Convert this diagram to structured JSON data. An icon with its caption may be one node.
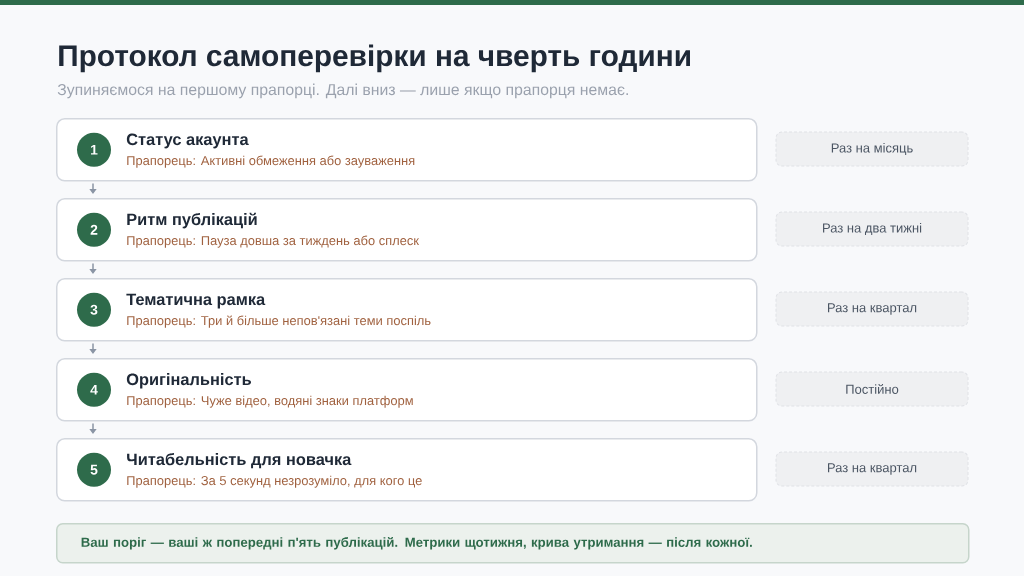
{
  "diagram": {
    "title": "Протокол самоперевірки на чверть години",
    "nodes": [
      {
        "text": [
          "Статус акаунта",
          "Прапорець: Активні обмеження або зауваження"
        ]
      },
      {
        "text": [
          "1"
        ],
        "in": 0
      },
      {
        "text": [
          "Раз на місяць"
        ]
      },
      {
        "text": [
          "Ритм публікацій",
          "Прапорець: Пауза довша за тиждень або сплеск"
        ]
      },
      {
        "text": [
          "2"
        ],
        "in": 3
      },
      {
        "text": [
          "Раз на два тижні"
        ]
      },
      {
        "text": [
          "Тематична рамка",
          "Прапорець: Три й більше непов'язані теми поспіль"
        ]
      },
      {
        "text": [
          "3"
        ],
        "in": 6
      },
      {
        "text": [
          "Раз на квартал"
        ]
      },
      {
        "text": [
          "Оригінальність",
          "Прапорець: Чуже відео, водяні знаки платформ"
        ]
      },
      {
        "text": [
          "4"
        ],
        "in": 9
      },
      {
        "text": [
          "Постійно"
        ]
      },
      {
        "text": [
          "Читабельність для новачка",
          "Прапорець: За 5 секунд незрозуміло, для кого це"
        ]
      },
      {
        "text": [
          "5"
        ],
        "in": 12
      },
      {
        "text": [
          "Раз на квартал"
        ]
      },
      {
        "text": [
          "Ваш поріг — ваші ж попередні п'ять публікацій. Метрики щотижня, крива утримання — після кожної."
        ]
      }
    ],
    "edges": [
      {
        "from": 0,
        "to": 3,
        "arrow": "to"
      },
      {
        "from": 3,
        "to": 6,
        "arrow": "to"
      },
      {
        "from": 6,
        "to": 9,
        "arrow": "to"
      },
      {
        "from": 9,
        "to": 12,
        "arrow": "to"
      }
    ],
    "labels": [
      "Зупиняємося на першому прапорці. Далі вниз — лише якщо прапорця немає."
    ]
  }
}
